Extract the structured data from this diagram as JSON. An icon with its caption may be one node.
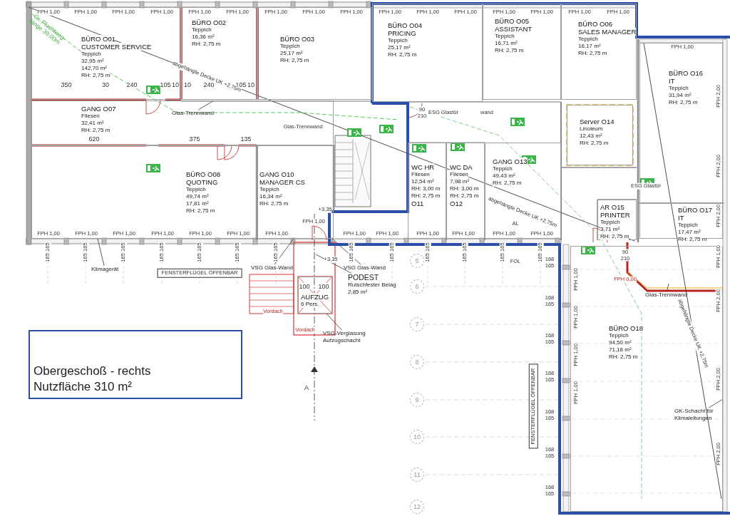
{
  "diagram": {
    "nodes": [
      {
        "text": [
          "BÜRO O01",
          "CUSTOMER SERVICE",
          "Teppich",
          "32,95 m²",
          "142,70 m²",
          "RH: 2,75 m"
        ]
      },
      {
        "text": [
          "BÜRO O02",
          "Teppich",
          "16,36 m²",
          "RH: 2,75 m"
        ]
      },
      {
        "text": [
          "BÜRO O03",
          "Teppich",
          "25,17 m²",
          "RH: 2,75 m"
        ]
      },
      {
        "text": [
          "BÜRO O04",
          "PRICING",
          "Teppich",
          "25,17 m²",
          "RH: 2,75 m"
        ]
      },
      {
        "text": [
          "BÜRO O05",
          "ASSISTANT",
          "Teppich",
          "16,71 m²",
          "RH: 2,75 m"
        ]
      },
      {
        "text": [
          "BÜRO O06",
          "SALES MANAGER",
          "Teppich",
          "16,17 m²",
          "RH: 2,75 m"
        ]
      },
      {
        "text": [
          "BÜRO O16",
          "IT",
          "Teppich",
          "31,94 m²",
          "RH: 2,75 m"
        ]
      },
      {
        "text": [
          "GANG O07",
          "Fliesen",
          "32,41 m²",
          "RH: 2,75 m"
        ]
      },
      {
        "text": [
          "Server O14",
          "Linoleum",
          "12,43 m²",
          "RH: 2,75 m"
        ]
      },
      {
        "text": [
          "BÜRO O08",
          "QUOTING",
          "Teppich",
          "49,74 m²",
          "17,81 m²",
          "RH: 2,75 m"
        ]
      },
      {
        "text": [
          "GANG O10",
          "MANAGER CS",
          "Teppich",
          "16,34 m²",
          "RH: 2,75 m"
        ]
      },
      {
        "text": [
          "WC HR",
          "Fliesen",
          "12,54 m²",
          "RH: 3,00 m",
          "RH: 2,75 m",
          "O11"
        ]
      },
      {
        "text": [
          "WC DA",
          "Fliesen",
          "7,98 m²",
          "RH: 3,00 m",
          "RH: 2,75 m",
          "O12"
        ]
      },
      {
        "text": [
          "GANG O13",
          "Teppich",
          "49,43 m²",
          "RH: 2,75 m"
        ]
      },
      {
        "text": [
          "AR O15",
          "PRINTER",
          "Teppich",
          "3,71 m²",
          "RH: 2,75 m"
        ]
      },
      {
        "text": [
          "BÜRO O17",
          "IT",
          "Teppich",
          "17,47 m²",
          "RH: 2,75 m"
        ]
      },
      {
        "text": [
          "BÜRO O18",
          "Teppich",
          "94,50 m²",
          "71,18 m²",
          "RH: 2,75 m"
        ]
      },
      {
        "text": [
          "Obergeschoß - rechts",
          "Nutzfläche 310 m²"
        ]
      },
      {
        "text": [
          "AUFZUG",
          "6 Pers."
        ]
      },
      {
        "text": [
          "PODEST",
          "Rutschfester Belag",
          "2,85 m²"
        ]
      },
      {
        "text": [
          "VSG Glas-Wand"
        ]
      },
      {
        "text": [
          "VSG Glas-Wand"
        ]
      },
      {
        "text": [
          "VSG-Verglasung Aufzugschacht"
        ]
      },
      {
        "text": [
          "Klimagerät"
        ]
      },
      {
        "text": [
          "Glas-Trennwand"
        ],
        "in": 7
      },
      {
        "text": [
          "Glas-Trennwand"
        ],
        "in": 16
      },
      {
        "text": [
          "GK-Schacht für Klimaleitungen"
        ],
        "in": 16
      },
      {
        "text": [
          "5"
        ]
      },
      {
        "text": [
          "6"
        ]
      },
      {
        "text": [
          "7"
        ]
      },
      {
        "text": [
          "8"
        ]
      },
      {
        "text": [
          "9"
        ]
      },
      {
        "text": [
          "10"
        ]
      },
      {
        "text": [
          "11"
        ]
      },
      {
        "text": [
          "12"
        ]
      }
    ],
    "edges": [
      {
        "from": 19,
        "to": null,
        "arrow": "none"
      },
      {
        "from": 20,
        "to": 10,
        "arrow": "none"
      },
      {
        "from": 21,
        "to": 10,
        "arrow": "none"
      },
      {
        "from": 22,
        "to": 18,
        "arrow": "none"
      },
      {
        "from": 23,
        "to": 9,
        "arrow": "none"
      },
      {
        "from": 24,
        "to": 7,
        "arrow": "none"
      },
      {
        "from": 25,
        "to": null,
        "arrow": "none"
      },
      {
        "from": 26,
        "to": 16,
        "arrow": "none"
      }
    ],
    "labels": [
      "FPH 1,00",
      "FPH 1,00",
      "FPH 1,00",
      "FPH 1,00",
      "FPH 1,00",
      "FPH 1,00",
      "FPH 1,00",
      "FPH 1,00",
      "FPH 1,00",
      "FPH 1,00",
      "FPH 1,00",
      "FPH 1,00",
      "FPH 1,00",
      "FPH 1,00",
      "FPH 1,00",
      "FPH 1,00",
      "FPH 1,00",
      "Gr. Fluchtweg-länge 39,00m",
      "350",
      "30",
      "240",
      "105",
      "10",
      "10",
      "240",
      "105",
      "10",
      "620",
      "375",
      "135",
      "Glas-Trennwand",
      "wand",
      "90 210",
      "ESG Glastür",
      "ESG Glastür",
      "90 210",
      "FPH 1,00",
      "FPH 1,00",
      "FPH 1,00",
      "FPH 1,00",
      "FPH 1,00",
      "FPH 1,00",
      "FPH 1,00",
      "FPH 1,00",
      "FPH 1,00",
      "FPH 1,00",
      "FPH 1,00",
      "FPH 1,00",
      "FPH 1,00",
      "FPH 1,00",
      "+3,35",
      "AL",
      "165 165",
      "165 165",
      "165 165",
      "165 165",
      "165 165",
      "165 165",
      "165 165",
      "165 165",
      "165 165",
      "165 165",
      "165 165",
      "165 165",
      "165 165",
      "FOL",
      "FENSTERFLÜGEL ÖFFENBAR",
      "+3,35",
      "100",
      "100",
      "Vordach",
      "Vordach",
      "FPH 0,00",
      "168 165",
      "168 165",
      "168 165",
      "168 165",
      "168 165",
      "168 165",
      "168 165",
      "FPH 1,00",
      "FPH 1,00",
      "FPH 1,00",
      "FPH 1,00",
      "FPH 2,00",
      "FPH 2,00",
      "FPH 2,00",
      "FPH 1,00",
      "FPH 2,00",
      "FPH 2,00",
      "FPH 2,00",
      "FENSTERFLÜGEL ÖFFENBAR",
      "A",
      "abgehängte Decke UK +2,75m",
      "abgehängte Decke UK +2,75m",
      "abgehängte Decke UK +2,75m"
    ]
  }
}
